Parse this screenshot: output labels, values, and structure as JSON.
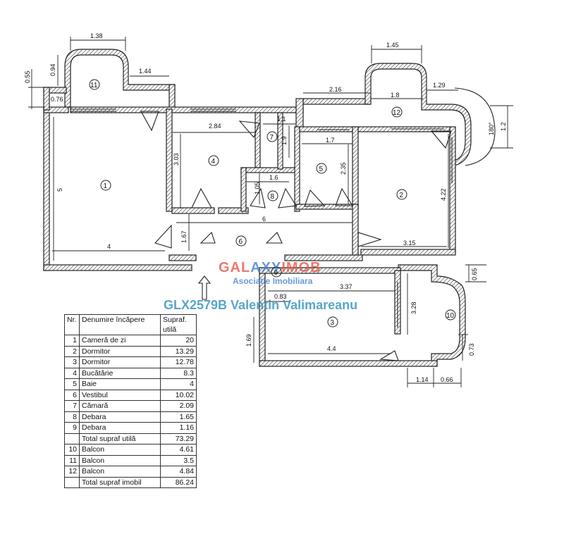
{
  "dimensions": {
    "d1": "1.38",
    "d2": "0.94",
    "d3": "0.55",
    "d4": "0.76",
    "d5": "1.44",
    "d6": "1.45",
    "d7": "2.16",
    "d8": "1.8",
    "d9": "1.29",
    "d10": "180°",
    "d11": "1.2",
    "d12": "2.84",
    "d13": "1.1",
    "d14": "1.9",
    "d15": "1.7",
    "d16": "3.03",
    "d17": "2.35",
    "d18": "1.6",
    "d19": "1.05",
    "d20": "4.22",
    "d21": "5",
    "d22": "6",
    "d23": "1.67",
    "d24": "4",
    "d25": "3.15",
    "d26": "0.65",
    "d27": "3.37",
    "d28": "0.83",
    "d29": "3.28",
    "d30": "1.69",
    "d31": "4.4",
    "d32": "0.73",
    "d33": "1.14",
    "d34": "0.66"
  },
  "room_numbers": [
    "1",
    "2",
    "3",
    "4",
    "5",
    "6",
    "7",
    "8",
    "9",
    "10",
    "11",
    "12"
  ],
  "watermark": {
    "brand_red": "GAL",
    "brand_blue": "AXY",
    "brand_red2": "IMOB",
    "tagline": "Asociatie Imobiliara",
    "listing": "GLX2579B Valentin Valimareanu"
  },
  "table": {
    "headers": [
      "Nr.",
      "Denumire încăpere",
      "Supraf. utilă"
    ],
    "rows": [
      {
        "nr": "1",
        "name": "Cameră de zi",
        "val": "20"
      },
      {
        "nr": "2",
        "name": "Dormitor",
        "val": "13.29"
      },
      {
        "nr": "3",
        "name": "Dormitor",
        "val": "12.78"
      },
      {
        "nr": "4",
        "name": "Bucătărie",
        "val": "8.3"
      },
      {
        "nr": "5",
        "name": "Baie",
        "val": "4"
      },
      {
        "nr": "6",
        "name": "Vestibul",
        "val": "10.02"
      },
      {
        "nr": "7",
        "name": "Cămară",
        "val": "2.09"
      },
      {
        "nr": "8",
        "name": "Debara",
        "val": "1.65"
      },
      {
        "nr": "9",
        "name": "Debara",
        "val": "1.16"
      },
      {
        "nr": "",
        "name": "Total supraf utilă",
        "val": "73.29"
      },
      {
        "nr": "10",
        "name": "Balcon",
        "val": "4.61"
      },
      {
        "nr": "11",
        "name": "Balcon",
        "val": "3.5"
      },
      {
        "nr": "12",
        "name": "Balcon",
        "val": "4.84"
      },
      {
        "nr": "",
        "name": "Total supraf imobil",
        "val": "86.24"
      }
    ]
  }
}
